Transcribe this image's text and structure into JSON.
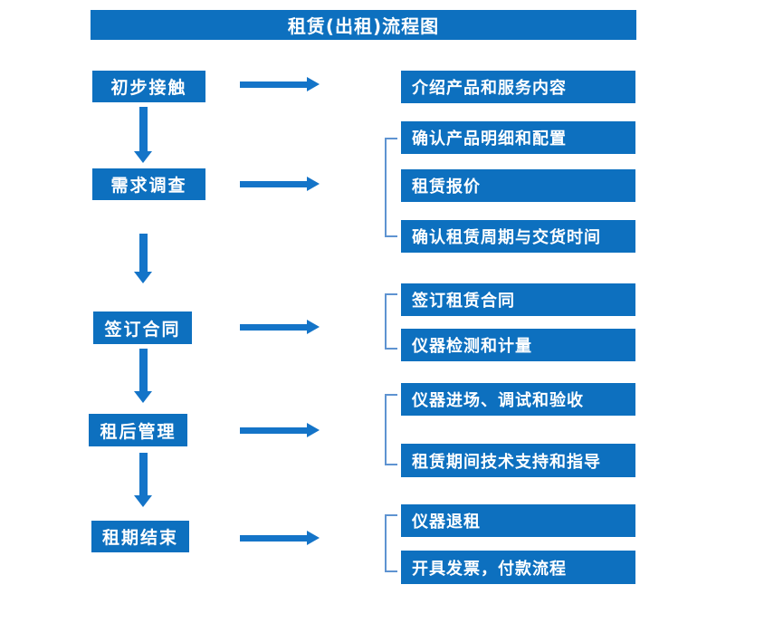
{
  "title": "租赁(出租)流程图",
  "colors": {
    "box_blue": "#0d70bf",
    "arrow_blue": "#1474c8",
    "bracket_blue": "#5e93d1",
    "text_white": "#ffffff",
    "background": "#ffffff"
  },
  "steps": [
    {
      "label": "初步接触",
      "details": [
        "介绍产品和服务内容"
      ]
    },
    {
      "label": "需求调查",
      "details": [
        "确认产品明细和配置",
        "租赁报价",
        "确认租赁周期与交货时间"
      ]
    },
    {
      "label": "签订合同",
      "details": [
        "签订租赁合同",
        "仪器检测和计量"
      ]
    },
    {
      "label": "租后管理",
      "details": [
        "仪器进场、调试和验收",
        "租赁期间技术支持和指导"
      ]
    },
    {
      "label": "租期结束",
      "details": [
        "仪器退租",
        "开具发票，付款流程"
      ]
    }
  ]
}
